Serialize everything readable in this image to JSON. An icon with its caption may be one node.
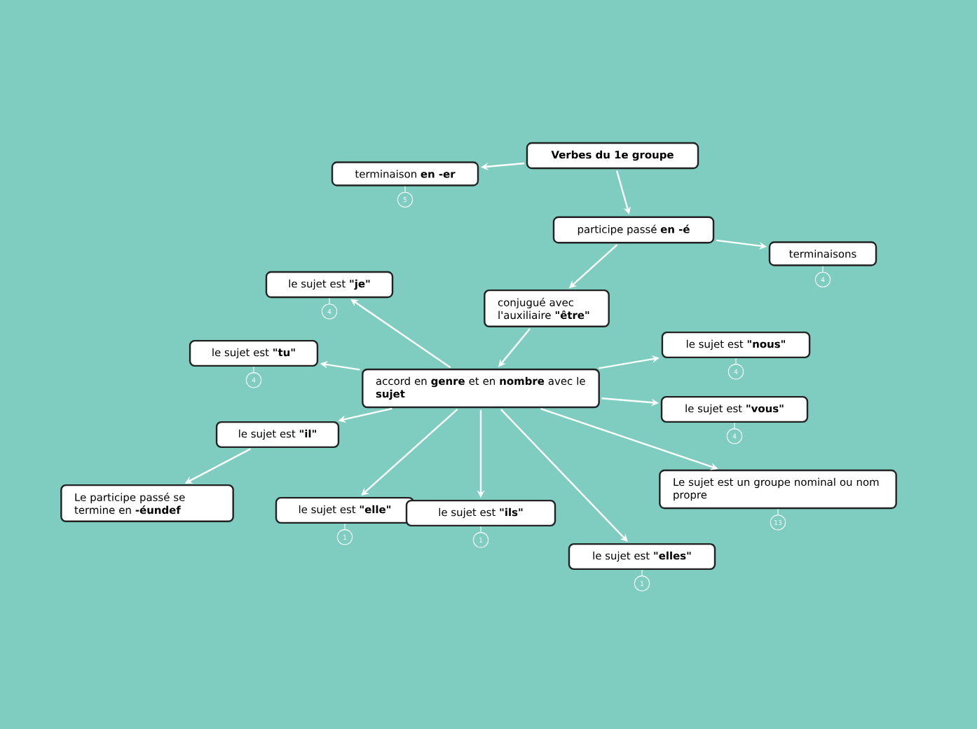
{
  "diagram": {
    "nodes": [
      {
        "text": [
          "Verbes du 1e groupe"
        ]
      },
      {
        "text": [
          "terminaison **en -er**"
        ],
        "beside": [
          "5"
        ]
      },
      {
        "text": [
          "participe passé **en -é**"
        ]
      },
      {
        "text": [
          "terminaisons"
        ],
        "beside": [
          "4"
        ]
      },
      {
        "text": [
          "conjugué avec l'auxiliaire **\"être\"**"
        ]
      },
      {
        "text": [
          "accord en **genre** et en **nombre** avec le **sujet**"
        ]
      },
      {
        "text": [
          "le sujet est **\"je\"**"
        ],
        "beside": [
          "4"
        ]
      },
      {
        "text": [
          "le sujet est **\"tu\"**"
        ],
        "beside": [
          "4"
        ]
      },
      {
        "text": [
          "le sujet est **\"il\"**"
        ]
      },
      {
        "text": [
          "Le participe passé se termine en **-éundef**"
        ]
      },
      {
        "text": [
          "le sujet est **\"elle\"**"
        ],
        "beside": [
          "1"
        ]
      },
      {
        "text": [
          "le sujet est **\"ils\"**"
        ],
        "beside": [
          "1"
        ]
      },
      {
        "text": [
          "le sujet est **\"elles\"**"
        ],
        "beside": [
          "1"
        ]
      },
      {
        "text": [
          "le sujet est **\"nous\"**"
        ],
        "beside": [
          "4"
        ]
      },
      {
        "text": [
          "le sujet est **\"vous\"**"
        ],
        "beside": [
          "4"
        ]
      },
      {
        "text": [
          "Le sujet est un groupe nominal ou nom propre"
        ],
        "beside": [
          "13"
        ]
      }
    ],
    "edges": [
      {
        "from": 0,
        "to": 1,
        "arrow": "to"
      },
      {
        "from": 0,
        "to": 2,
        "arrow": "to"
      },
      {
        "from": 2,
        "to": 3,
        "arrow": "to"
      },
      {
        "from": 2,
        "to": 4,
        "arrow": "to"
      },
      {
        "from": 4,
        "to": 5,
        "arrow": "to"
      },
      {
        "from": 5,
        "to": 6,
        "arrow": "to"
      },
      {
        "from": 5,
        "to": 7,
        "arrow": "to"
      },
      {
        "from": 5,
        "to": 8,
        "arrow": "to"
      },
      {
        "from": 8,
        "to": 9,
        "arrow": "to"
      },
      {
        "from": 5,
        "to": 10,
        "arrow": "to"
      },
      {
        "from": 5,
        "to": 11,
        "arrow": "to"
      },
      {
        "from": 5,
        "to": 12,
        "arrow": "to"
      },
      {
        "from": 5,
        "to": 13,
        "arrow": "to"
      },
      {
        "from": 5,
        "to": 14,
        "arrow": "to"
      },
      {
        "from": 5,
        "to": 15,
        "arrow": "to"
      }
    ]
  }
}
